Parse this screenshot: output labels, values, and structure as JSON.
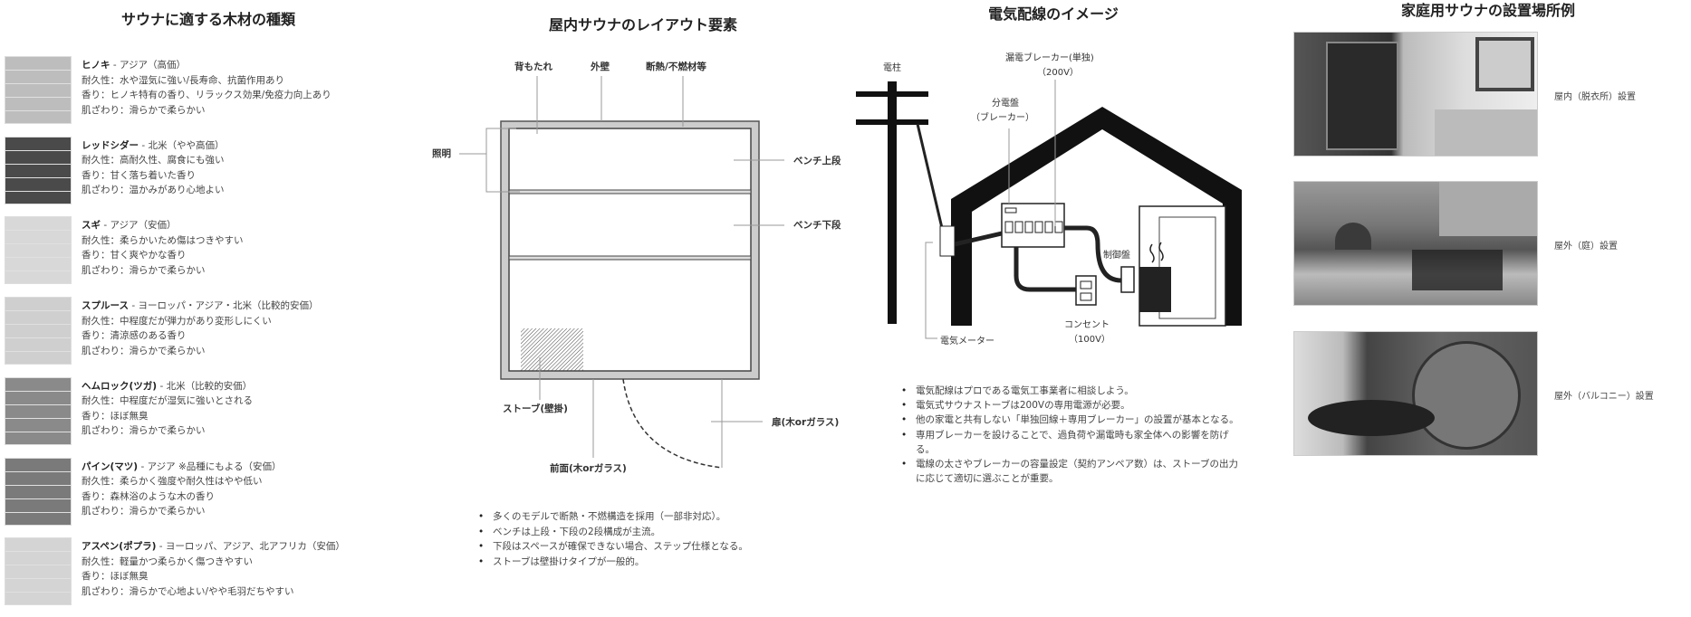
{
  "woods": {
    "title": "サウナに適する木材の種類",
    "items": [
      {
        "name": "ヒノキ",
        "origin": " - アジア（高価）",
        "durability": "耐久性：水や湿気に強い/長寿命、抗菌作用あり",
        "aroma": "香り：ヒノキ特有の香り、リラックス効果/免疫力向上あり",
        "touch": "肌ざわり：滑らかで柔らかい",
        "shade": "#bdbdbd"
      },
      {
        "name": "レッドシダー",
        "origin": " - 北米（やや高価）",
        "durability": "耐久性：高耐久性、腐食にも強い",
        "aroma": "香り：甘く落ち着いた香り",
        "touch": "肌ざわり：温かみがあり心地よい",
        "shade": "#4a4a4a"
      },
      {
        "name": "スギ",
        "origin": " - アジア（安価）",
        "durability": "耐久性：柔らかいため傷はつきやすい",
        "aroma": "香り：甘く爽やかな香り",
        "touch": "肌ざわり：滑らかで柔らかい",
        "shade": "#d8d8d8"
      },
      {
        "name": "スプルース",
        "origin": " - ヨーロッパ・アジア・北米（比較的安価）",
        "durability": "耐久性：中程度だが弾力があり変形しにくい",
        "aroma": "香り：清涼感のある香り",
        "touch": "肌ざわり：滑らかで柔らかい",
        "shade": "#cfcfcf"
      },
      {
        "name": "ヘムロック(ツガ)",
        "origin": " - 北米（比較的安価）",
        "durability": "耐久性：中程度だが湿気に強いとされる",
        "aroma": "香り：ほぼ無臭",
        "touch": "肌ざわり：滑らかで柔らかい",
        "shade": "#8a8a8a"
      },
      {
        "name": "パイン(マツ)",
        "origin": " - アジア ※品種にもよる（安価）",
        "durability": "耐久性：柔らかく強度や耐久性はやや低い",
        "aroma": "香り：森林浴のような木の香り",
        "touch": "肌ざわり：滑らかで柔らかい",
        "shade": "#7a7a7a"
      },
      {
        "name": "アスペン(ポプラ)",
        "origin": " - ヨーロッパ、アジア、北アフリカ（安価）",
        "durability": "耐久性：軽量かつ柔らかく傷つきやすい",
        "aroma": "香り：ほぼ無臭",
        "touch": "肌ざわり：滑らかで心地よい/やや毛羽だちやすい",
        "shade": "#d4d4d4"
      }
    ]
  },
  "layout": {
    "title": "屋内サウナのレイアウト要素",
    "labels": {
      "backrest": "背もたれ",
      "outer_wall": "外壁",
      "insulation": "断熱/不燃材等",
      "lighting": "照明",
      "bench_upper": "ベンチ上段",
      "bench_lower": "ベンチ下段",
      "stove": "ストーブ(壁掛)",
      "front": "前面(木orガラス)",
      "door": "扉(木orガラス)"
    },
    "notes": [
      "多くのモデルで断熱・不燃構造を採用（一部非対応）。",
      "ベンチは上段・下段の2段構成が主流。",
      "下段はスペースが確保できない場合、ステップ仕様となる。",
      "ストーブは壁掛けタイプが一般的。"
    ]
  },
  "wiring": {
    "title": "電気配線のイメージ",
    "labels": {
      "pole": "電柱",
      "leak_breaker": "漏電ブレーカー(単独)",
      "leak_breaker_v": "（200V）",
      "panel": "分電盤",
      "panel_sub": "（ブレーカー）",
      "control": "制御盤",
      "outlet": "コンセント",
      "outlet_v": "（100V）",
      "meter": "電気メーター"
    },
    "notes": [
      "電気配線はプロである電気工事業者に相談しよう。",
      "電気式サウナストーブは200Vの専用電源が必要。",
      "他の家電と共有しない「単独回線＋専用ブレーカー」の設置が基本となる。",
      "専用ブレーカーを設けることで、過負荷や漏電時も家全体への影響を防げる。",
      "電線の太さやブレーカーの容量設定（契約アンペア数）は、ストーブの出力に応じて適切に選ぶことが重要。"
    ]
  },
  "locations": {
    "title": "家庭用サウナの設置場所例",
    "items": [
      {
        "label": "屋内（脱衣所）設置"
      },
      {
        "label": "屋外（庭）設置"
      },
      {
        "label": "屋外（バルコニー）設置"
      }
    ]
  }
}
